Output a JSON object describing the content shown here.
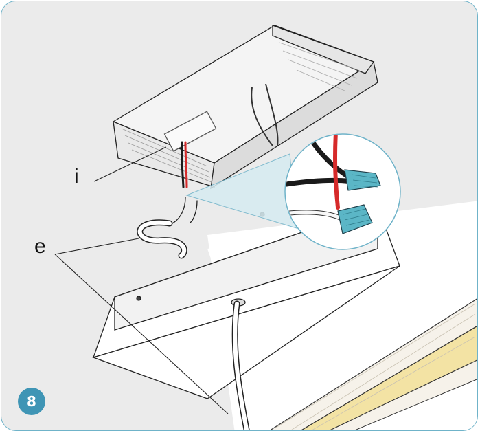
{
  "step": {
    "number": "8"
  },
  "callouts": [
    {
      "id": "i",
      "text": "i"
    },
    {
      "id": "e",
      "text": "e"
    }
  ],
  "colors": {
    "frame_border": "#6fb3c9",
    "badge_fill": "#3f95b5",
    "wall": "#ebebeb",
    "wire_red": "#d62a2a",
    "wire_black": "#1a1a1a",
    "wire_white": "#f7f7f7",
    "wire_nut": "#5bb6c6",
    "insulation": "#f3e3a4"
  },
  "icons": [
    "wire-nut-icon",
    "mounting-bracket",
    "led-driver-housing"
  ]
}
